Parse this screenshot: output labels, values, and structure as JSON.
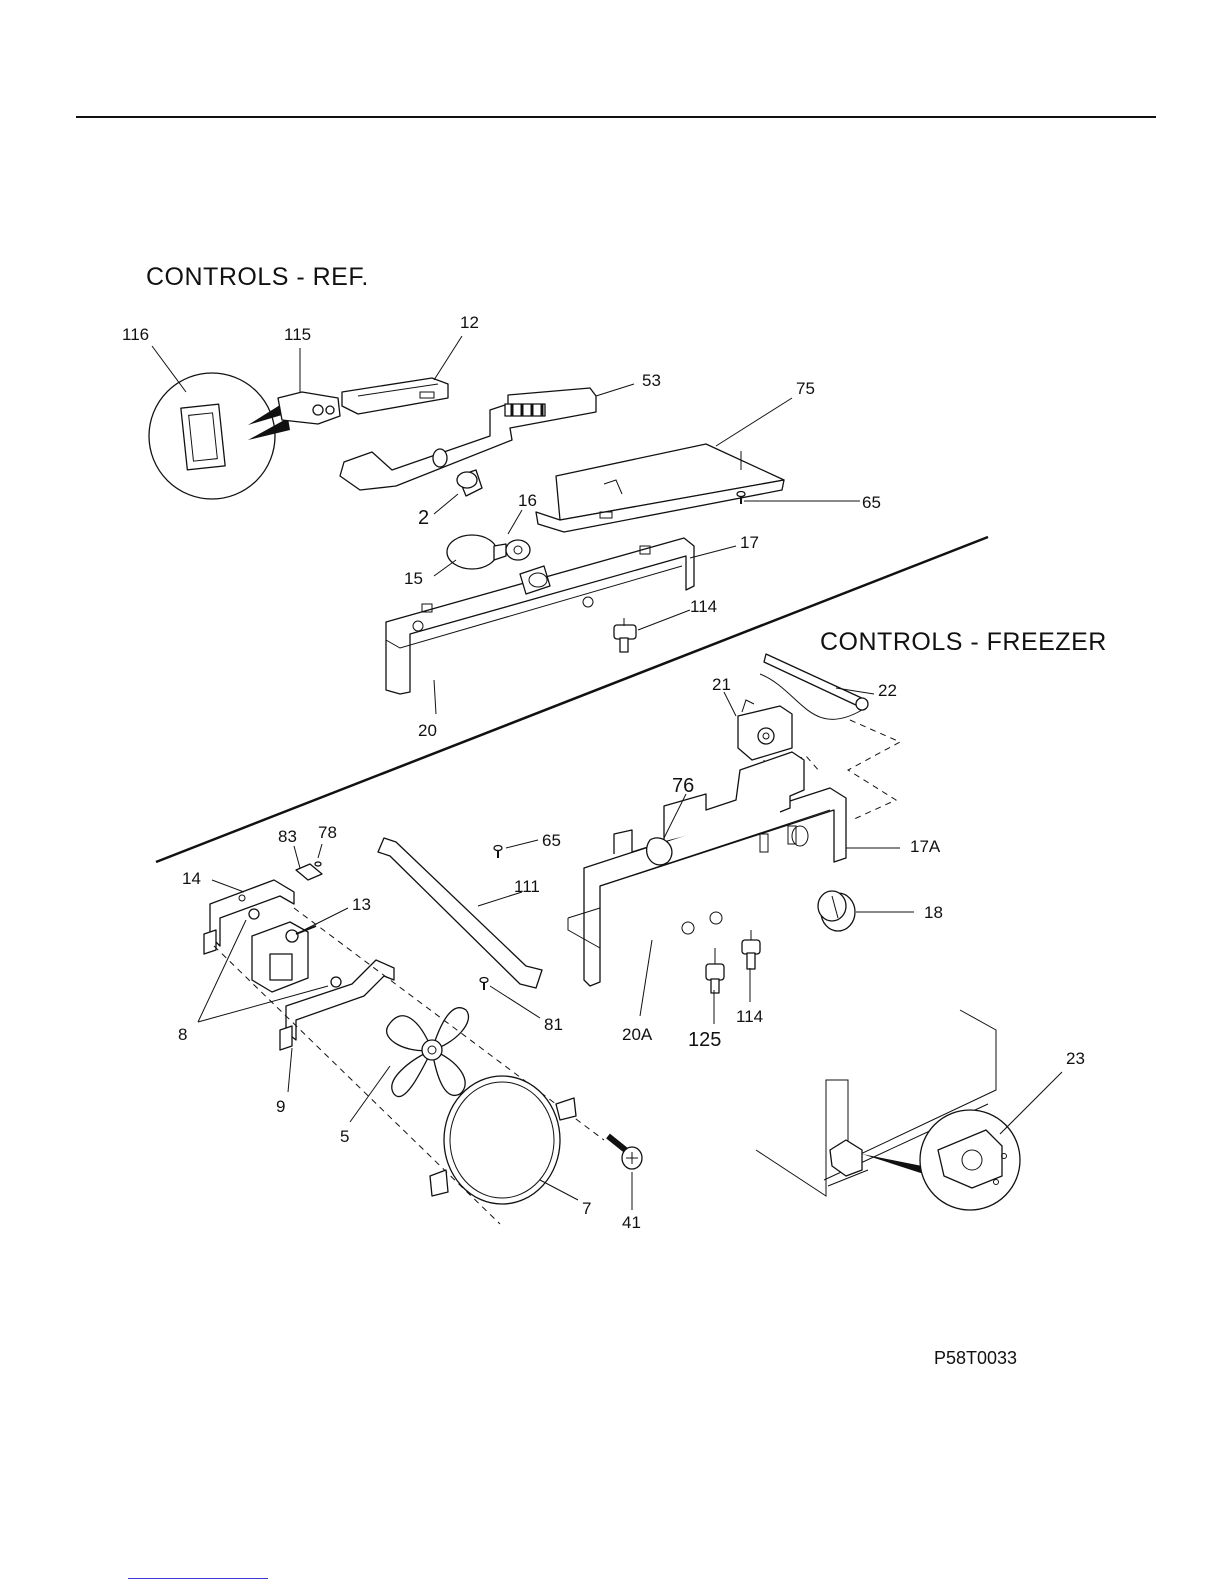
{
  "sections": {
    "ref_title": "CONTROLS  -  REF.",
    "freezer_title": "CONTROLS  -  FREEZER"
  },
  "figure_code": "P58T0033",
  "callouts": {
    "c116": "116",
    "c115": "115",
    "c12": "12",
    "c53": "53",
    "c75": "75",
    "c2": "2",
    "c16": "16",
    "c65a": "65",
    "c15": "15",
    "c17": "17",
    "c114a": "114",
    "c20": "20",
    "c21": "21",
    "c22": "22",
    "c76": "76",
    "c83": "83",
    "c78": "78",
    "c65b": "65",
    "c17A": "17A",
    "c14": "14",
    "c13": "13",
    "c111": "111",
    "c18": "18",
    "c8": "8",
    "c81": "81",
    "c20A": "20A",
    "c114b": "114",
    "c125": "125",
    "c9": "9",
    "c5": "5",
    "c7": "7",
    "c41": "41",
    "c23": "23"
  }
}
